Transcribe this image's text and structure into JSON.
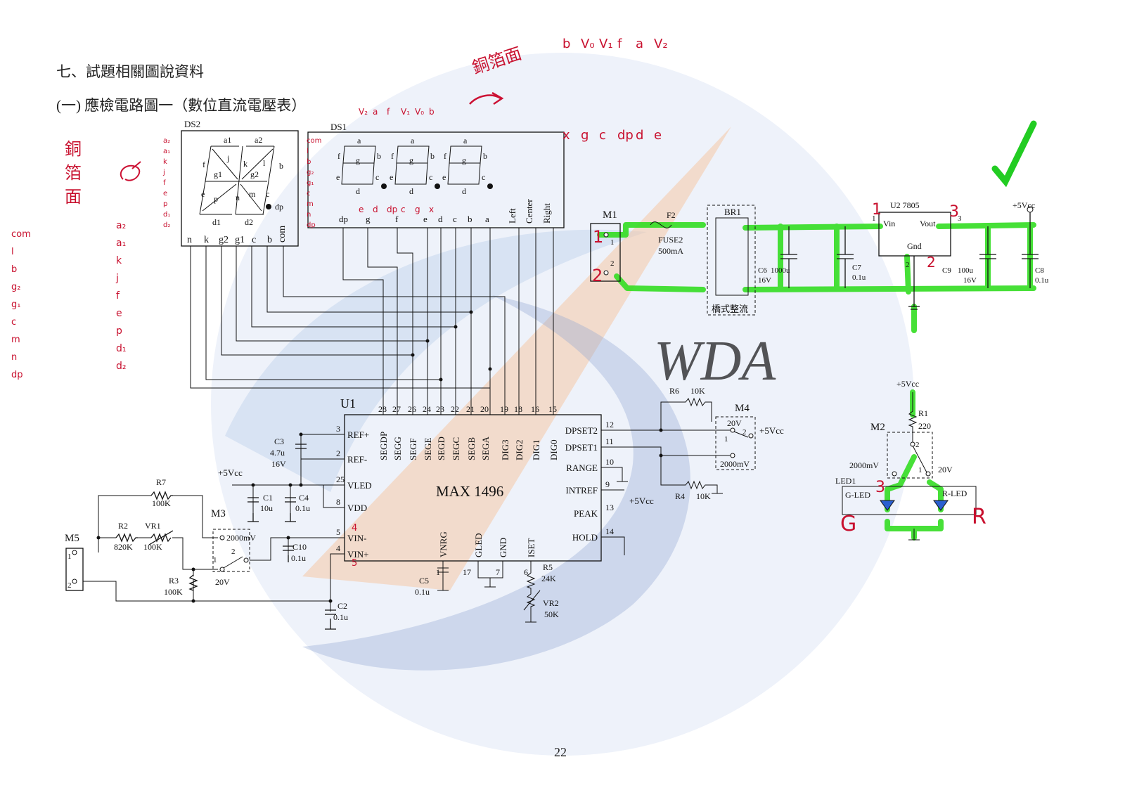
{
  "section_title": "七、試題相關圖說資料",
  "figure_title": "(一)  應檢電路圖一（數位直流電壓表）",
  "page_number": "22",
  "watermark_text": "WDA",
  "colors": {
    "highlight": "#33dd22",
    "handwriting": "#cc1133",
    "ink": "#111111",
    "watermark_blue": "#c9d8ef",
    "watermark_orange": "#f6c9a6"
  },
  "display": {
    "ds2": {
      "ref": "DS2",
      "segments": [
        "a1",
        "a2",
        "f",
        "j",
        "k",
        "l",
        "b",
        "g1",
        "g2",
        "e",
        "p",
        "n",
        "m",
        "c",
        "dp",
        "d1",
        "d2"
      ],
      "pins": [
        "n",
        "k",
        "g2",
        "g1",
        "c",
        "b",
        "com"
      ]
    },
    "ds1": {
      "ref": "DS1",
      "seg": [
        "a",
        "f",
        "b",
        "g",
        "e",
        "c",
        "d"
      ],
      "pins": [
        "dp",
        "g",
        "f",
        "e",
        "d",
        "c",
        "b",
        "a",
        "Left",
        "Center",
        "Right"
      ]
    }
  },
  "ic": {
    "ref": "U1",
    "name": "MAX 1496",
    "top_pins": [
      {
        "num": "28",
        "name": "SEGDP"
      },
      {
        "num": "27",
        "name": "SEGG"
      },
      {
        "num": "26",
        "name": "SEGF"
      },
      {
        "num": "24",
        "name": "SEGE"
      },
      {
        "num": "23",
        "name": "SEGD"
      },
      {
        "num": "22",
        "name": "SEGC"
      },
      {
        "num": "21",
        "name": "SEGB"
      },
      {
        "num": "20",
        "name": "SEGA"
      },
      {
        "num": "19",
        "name": "DIG3"
      },
      {
        "num": "18",
        "name": "DIG2"
      },
      {
        "num": "16",
        "name": "DIG1"
      },
      {
        "num": "15",
        "name": "DIG0"
      }
    ],
    "left_pins": [
      {
        "num": "3",
        "name": "REF+"
      },
      {
        "num": "2",
        "name": "REF-"
      },
      {
        "num": "25",
        "name": "VLED"
      },
      {
        "num": "8",
        "name": "VDD"
      },
      {
        "num": "5",
        "name": "VIN-"
      },
      {
        "num": "4",
        "name": "VIN+"
      }
    ],
    "right_pins": [
      {
        "num": "12",
        "name": "DPSET2"
      },
      {
        "num": "11",
        "name": "DPSET1"
      },
      {
        "num": "10",
        "name": "RANGE"
      },
      {
        "num": "9",
        "name": "INTREF"
      },
      {
        "num": "13",
        "name": "PEAK"
      },
      {
        "num": "14",
        "name": "HOLD"
      }
    ],
    "bottom_pins": [
      {
        "num": "1",
        "name": "VNRG"
      },
      {
        "num": "17",
        "name": "GLED"
      },
      {
        "num": "7",
        "name": "GND"
      },
      {
        "num": "6",
        "name": "ISET"
      }
    ]
  },
  "power": {
    "m1": "M1",
    "pin1": "1",
    "pin2": "2",
    "fuse_ref": "F2",
    "fuse": "FUSE2",
    "fuse_val": "500mA",
    "bridge": "BR1",
    "bridge_label": "橋式整流",
    "reg_ref": "U2 7805",
    "vin": "Vin",
    "vout": "Vout",
    "gnd": "Gnd",
    "reg_pin1": "1",
    "reg_pin3": "3",
    "reg_pin2": "2",
    "vcc": "+5Vcc",
    "c6": "C6",
    "c6_val": "1000u",
    "c6_v": "16V",
    "c7": "C7",
    "c7_val": "0.1u",
    "c9": "C9",
    "c9_val": "100u",
    "c9_v": "16V",
    "c8": "C8",
    "c8_val": "0.1u"
  },
  "parts": {
    "c3": "C3",
    "c3_val": "4.7u",
    "c3_v": "16V",
    "c1": "C1",
    "c1_val": "10u",
    "c4": "C4",
    "c4_val": "0.1u",
    "r7": "R7",
    "r7_val": "100K",
    "r2": "R2",
    "r2_val": "820K",
    "vr1": "VR1",
    "vr1_val": "100K",
    "r3": "R3",
    "r3_val": "100K",
    "m3": "M3",
    "m3_a": "2000mV",
    "m3_b": "20V",
    "m3_p1": "1",
    "m3_p2": "2",
    "m5": "M5",
    "m5_p1": "1",
    "m5_p2": "2",
    "c10": "C10",
    "c10_val": "0.1u",
    "c2": "C2",
    "c2_val": "0.1u",
    "c5": "C5",
    "c5_val": "0.1u",
    "r5": "R5",
    "r5_val": "24K",
    "vr2": "VR2",
    "vr2_val": "50K",
    "r6": "R6",
    "r6_val": "10K",
    "r4": "R4",
    "r4_val": "10K",
    "m4": "M4",
    "m4_a": "20V",
    "m4_b": "2000mV",
    "m4_p1": "1",
    "m4_p2": "2",
    "vcc": "+5Vcc",
    "m2": "M2",
    "m2_a": "2000mV",
    "m2_b": "20V",
    "m2_p1": "1",
    "m2_p2": "2",
    "m2_p3": "3",
    "r1": "R1",
    "r1_val": "220",
    "led1": "LED1",
    "gled": "G-LED",
    "rled": "R-LED"
  },
  "handwriting": {
    "copper_side": "銅箔面",
    "copper_side_vertical": [
      "銅",
      "箔",
      "面"
    ],
    "top_row1": [
      "b",
      "V₀",
      "V₁",
      "f",
      "a",
      "V₂"
    ],
    "top_row2": [
      "x",
      "g",
      "c",
      "dp",
      "d",
      "e"
    ],
    "ds1_top": [
      "V₂",
      "a",
      "f",
      "V₁",
      "V₀",
      "b"
    ],
    "ds1_bottom": [
      "e",
      "d",
      "dp",
      "c",
      "g",
      "x"
    ],
    "left_col": [
      "com",
      "l",
      "b",
      "g₂",
      "g₁",
      "c",
      "m",
      "n",
      "dp"
    ],
    "right_col": [
      "a₂",
      "a₁",
      "k",
      "j",
      "f",
      "e",
      "p",
      "d₁",
      "d₂"
    ],
    "ds2_left": [
      "a₂",
      "a₁",
      "k",
      "j",
      "f",
      "e",
      "p",
      "d₁",
      "d₂"
    ],
    "ds2_right": [
      "com",
      "l",
      "b",
      "g₂",
      "g₁",
      "c",
      "m",
      "n",
      "dp"
    ],
    "vin_minus": "4",
    "vin_plus": "5",
    "g": "G",
    "r": "R",
    "m2_3": "3"
  }
}
